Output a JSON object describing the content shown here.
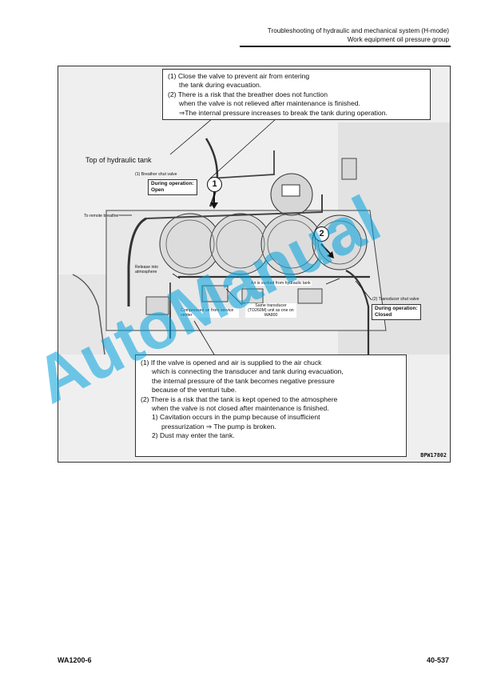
{
  "header": {
    "line1": "Troubleshooting of hydraulic and mechanical system (H-mode)",
    "line2": "Work equipment oil pressure group"
  },
  "figure": {
    "top_note": {
      "item1_a": "(1) Close the valve to prevent air from entering",
      "item1_b": "the tank during evacuation.",
      "item2_a": "(2) There is a risk that the breather does not function",
      "item2_b": "when the valve is not relieved after maintenance is finished.",
      "item2_c": "⇒The internal pressure increases to break the tank during operation."
    },
    "tank_title": "Top of hydraulic tank",
    "labels": {
      "breather_shut_valve": "(1) Breather shut valve",
      "to_remote_breather": "To remote breather",
      "release_atmosphere": "Release into atmosphere",
      "air_sucked": "Air is sucked from hydraulic tank",
      "compressed_air": "Compressed air from service center",
      "same_transducer": "Same transducer (TD260M) unit as one on WA800",
      "transducer_shut_valve": "(2) Transducer shut valve"
    },
    "state_open": {
      "line1": "During operation:",
      "line2": "Open"
    },
    "state_closed": {
      "line1": "During operation:",
      "line2": "Closed"
    },
    "marker1": "1",
    "marker2": "2",
    "bottom_note": {
      "item1_a": "(1) If the valve is opened and air is supplied to the air chuck",
      "item1_b": "which is connecting the transducer and tank during evacuation,",
      "item1_c": "the internal pressure of the tank becomes negative pressure",
      "item1_d": "because of the venturi tube.",
      "item2_a": "(2) There is a risk that the tank is kept opened to the atmosphere",
      "item2_b": "when the valve is not closed after maintenance is finished.",
      "sub1_a": "1) Cavitation occurs in the pump because of insufficient",
      "sub1_b": "pressurization ⇒ The pump is broken.",
      "sub2": "2) Dust may enter the tank."
    },
    "code": "BPW17802"
  },
  "watermark": "AutoManual",
  "footer": {
    "model": "WA1200-6",
    "page": "40-537"
  }
}
